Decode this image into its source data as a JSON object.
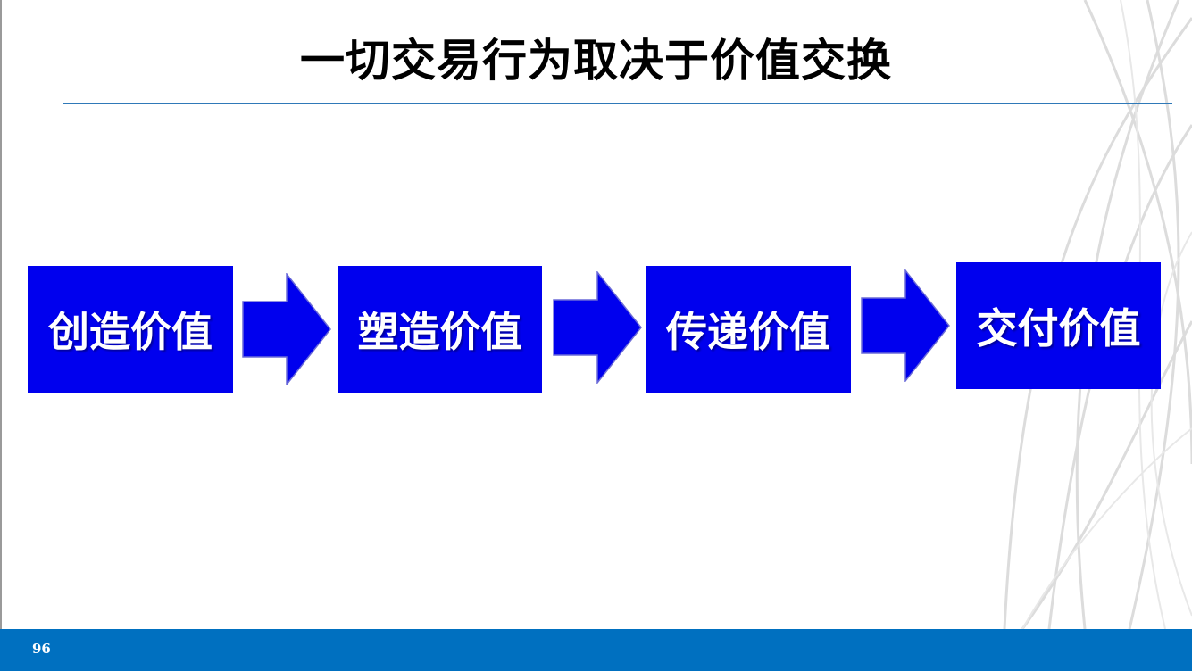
{
  "slide": {
    "title": "一切交易行为取决于价值交换",
    "steps": [
      {
        "label": "创造价值"
      },
      {
        "label": "塑造价值"
      },
      {
        "label": "传递价值"
      },
      {
        "label": "交付价值"
      }
    ],
    "page_number": "96"
  },
  "colors": {
    "step_fill": "#0000ee",
    "title_rule": "#2f79b8",
    "footer_bar": "#0070c0",
    "title_text": "#000000",
    "step_text": "#ffffff"
  },
  "icons": {
    "arrow": "right-arrow-icon",
    "decor": "swirl-lines-decoration"
  }
}
